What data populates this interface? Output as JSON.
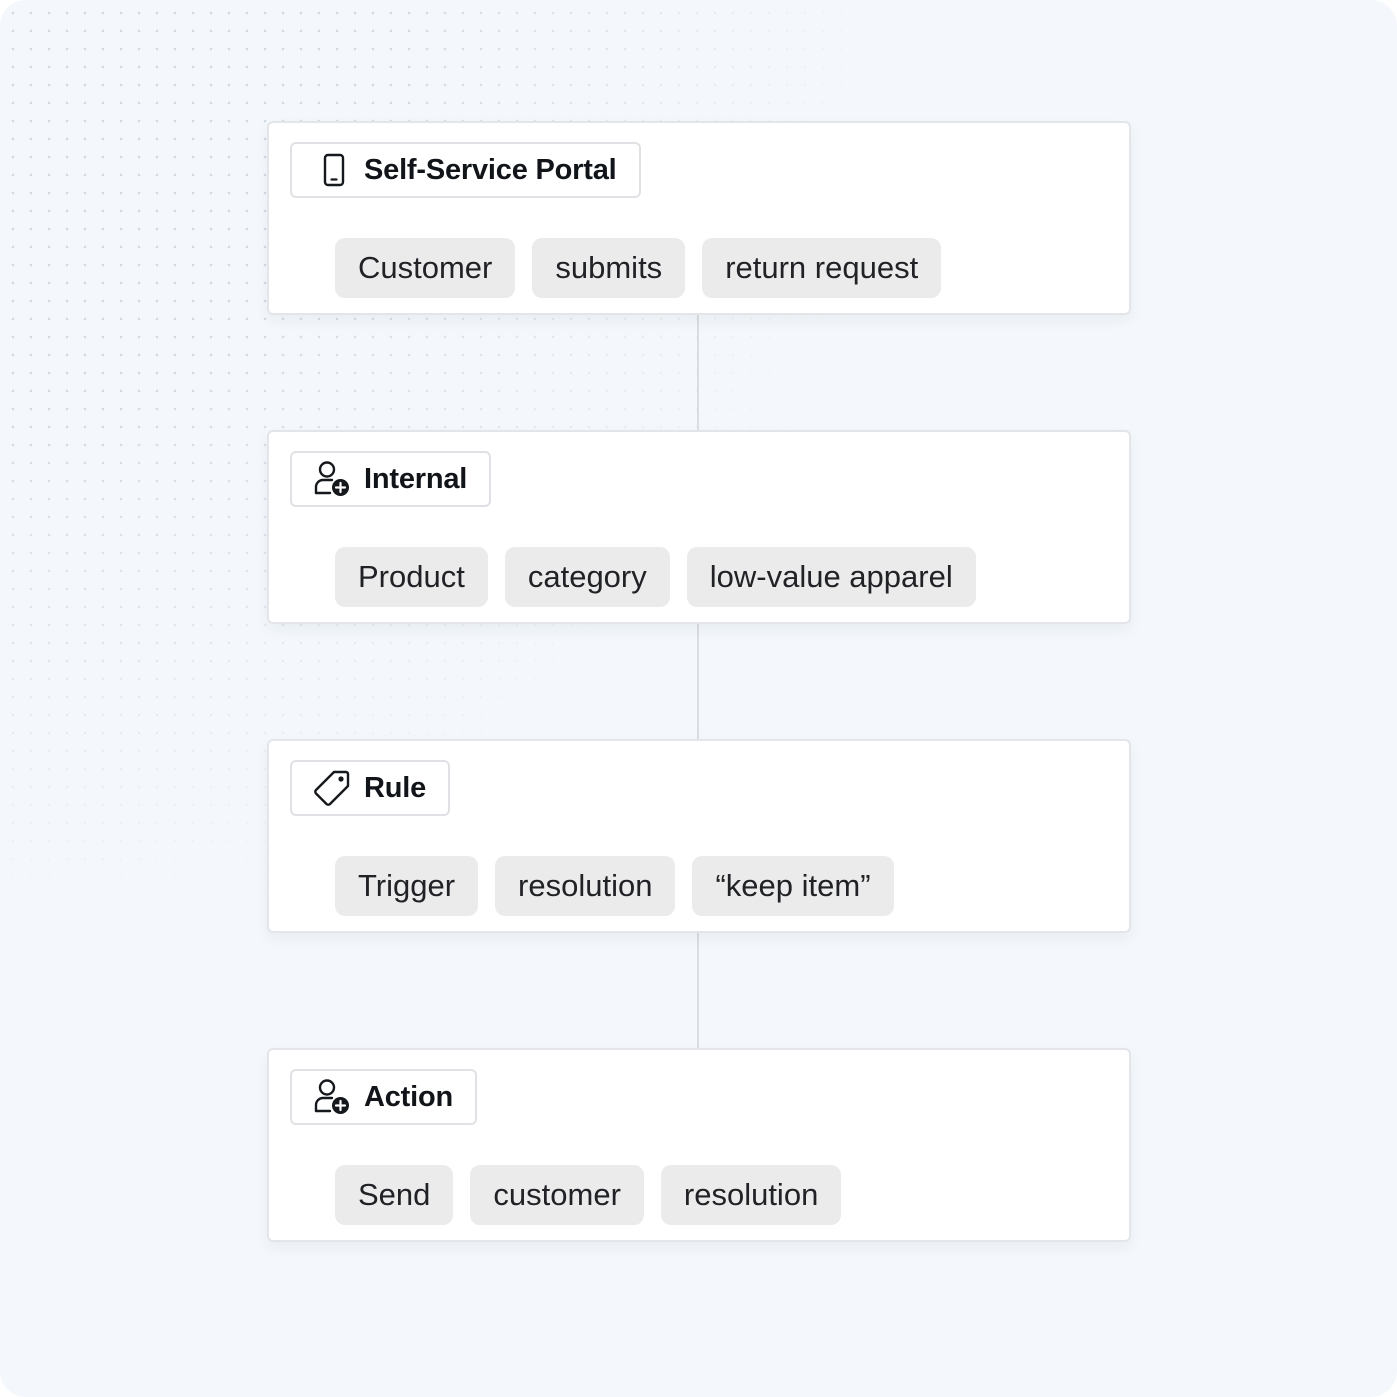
{
  "steps": [
    {
      "header": "Self-Service Portal",
      "icon": "phone-icon",
      "tokens": [
        "Customer",
        "submits",
        "return request"
      ]
    },
    {
      "header": "Internal",
      "icon": "user-add-icon",
      "tokens": [
        "Product",
        "category",
        "low-value apparel"
      ]
    },
    {
      "header": "Rule",
      "icon": "tag-icon",
      "tokens": [
        "Trigger",
        "resolution",
        "“keep item”"
      ]
    },
    {
      "header": "Action",
      "icon": "user-add-icon",
      "tokens": [
        "Send",
        "customer",
        "resolution"
      ]
    }
  ],
  "colors": {
    "background": "#f4f8fc",
    "card": "#ffffff",
    "chip": "#ebebeb",
    "connector": "#dadde1",
    "text": "#111418"
  }
}
